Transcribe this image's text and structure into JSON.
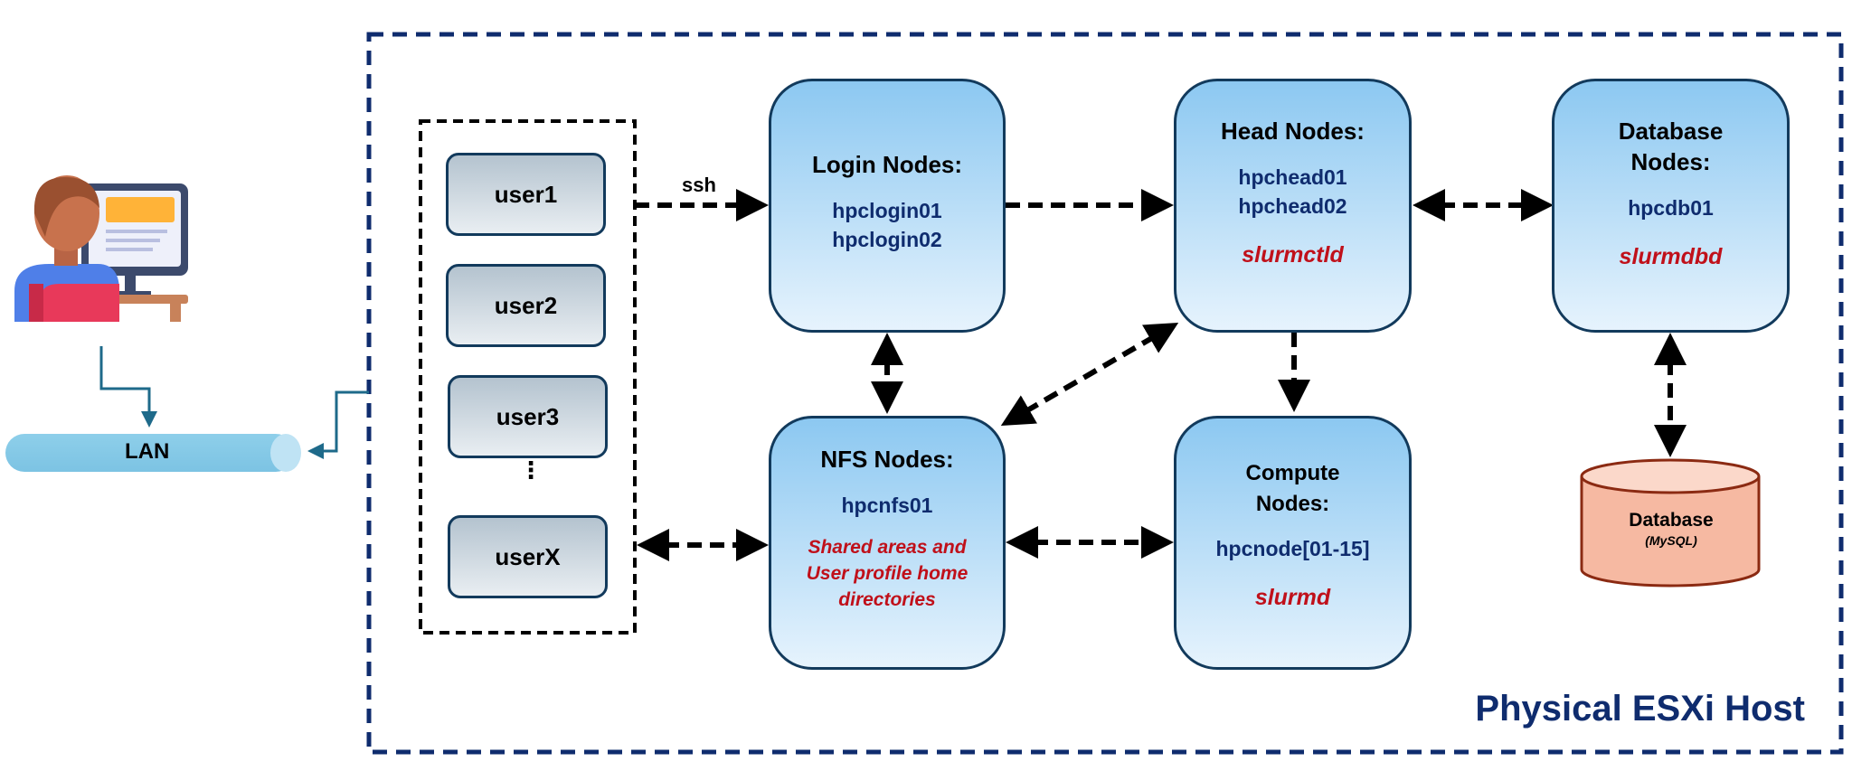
{
  "users": [
    "user1",
    "user2",
    "user3",
    "userX"
  ],
  "users_ellipsis": "⋮",
  "ssh_label": "ssh",
  "lan_label": "LAN",
  "nodes": {
    "login": {
      "title": "Login Nodes:",
      "hosts": [
        "hpclogin01",
        "hpclogin02"
      ]
    },
    "head": {
      "title": "Head Nodes:",
      "hosts": [
        "hpchead01",
        "hpchead02"
      ],
      "service": "slurmctld"
    },
    "database": {
      "title_line1": "Database",
      "title_line2": "Nodes:",
      "hosts": [
        "hpcdb01"
      ],
      "service": "slurmdbd"
    },
    "nfs": {
      "title": "NFS Nodes:",
      "hosts": [
        "hpcnfs01"
      ],
      "note_lines": [
        "Shared areas and",
        "User profile home",
        "directories"
      ]
    },
    "compute": {
      "title_line1": "Compute",
      "title_line2": "Nodes:",
      "hosts": [
        "hpcnode[01-15]"
      ],
      "service": "slurmd"
    }
  },
  "database_store": {
    "title": "Database",
    "subtitle": "(MySQL)"
  },
  "host_label": "Physical ESXi Host",
  "colors": {
    "host_border": "#0f2c6e",
    "node_border": "#123a5c",
    "node_gradient_top": "#8cc8f1",
    "hostname_text": "#0f2c6e",
    "service_text": "#c0101a",
    "lan_bar": "#8ecfea",
    "connector": "#1e6a8a",
    "database_fill": "#f6b9a2",
    "database_border": "#8b2a12"
  },
  "icons": {
    "person": "person-at-computer-icon"
  }
}
